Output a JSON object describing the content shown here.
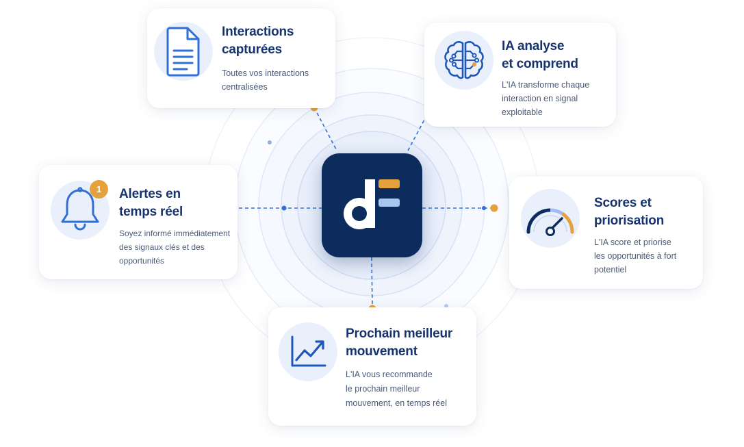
{
  "center_logo": {
    "icon": "df-logo-icon"
  },
  "cards": {
    "interactions": {
      "icon": "document-icon",
      "title_lines": [
        "Interactions",
        "capturées"
      ],
      "desc_lines": [
        "Toutes vos interactions",
        "centralisées"
      ]
    },
    "ia_analyse": {
      "icon": "brain-circuit-icon",
      "title_lines": [
        "IA analyse",
        "et comprend"
      ],
      "desc_lines": [
        "L'IA transforme chaque",
        "interaction en signal",
        "exploitable"
      ]
    },
    "alertes": {
      "icon": "bell-icon",
      "badge": "1",
      "title_lines": [
        "Alertes en",
        "temps réel"
      ],
      "desc_lines": [
        "Soyez informé immédiatement",
        "des signaux clés et des",
        "opportunités"
      ]
    },
    "scores": {
      "icon": "gauge-icon",
      "title_lines": [
        "Scores et",
        "priorisation"
      ],
      "desc_lines": [
        "L'IA score et priorise",
        "les opportunités à fort",
        "potentiel"
      ]
    },
    "prochain": {
      "icon": "trend-up-icon",
      "title_lines": [
        "Prochain meilleur",
        "mouvement"
      ],
      "desc_lines": [
        "L'IA vous recommande",
        "le prochain meilleur",
        "mouvement, en temps réel"
      ]
    }
  },
  "colors": {
    "navy": "#0d2c5e",
    "title": "#16336e",
    "accent_blue": "#2f6fd6",
    "accent_orange": "#e5a13b",
    "icon_bg": "#e9f0fb"
  }
}
